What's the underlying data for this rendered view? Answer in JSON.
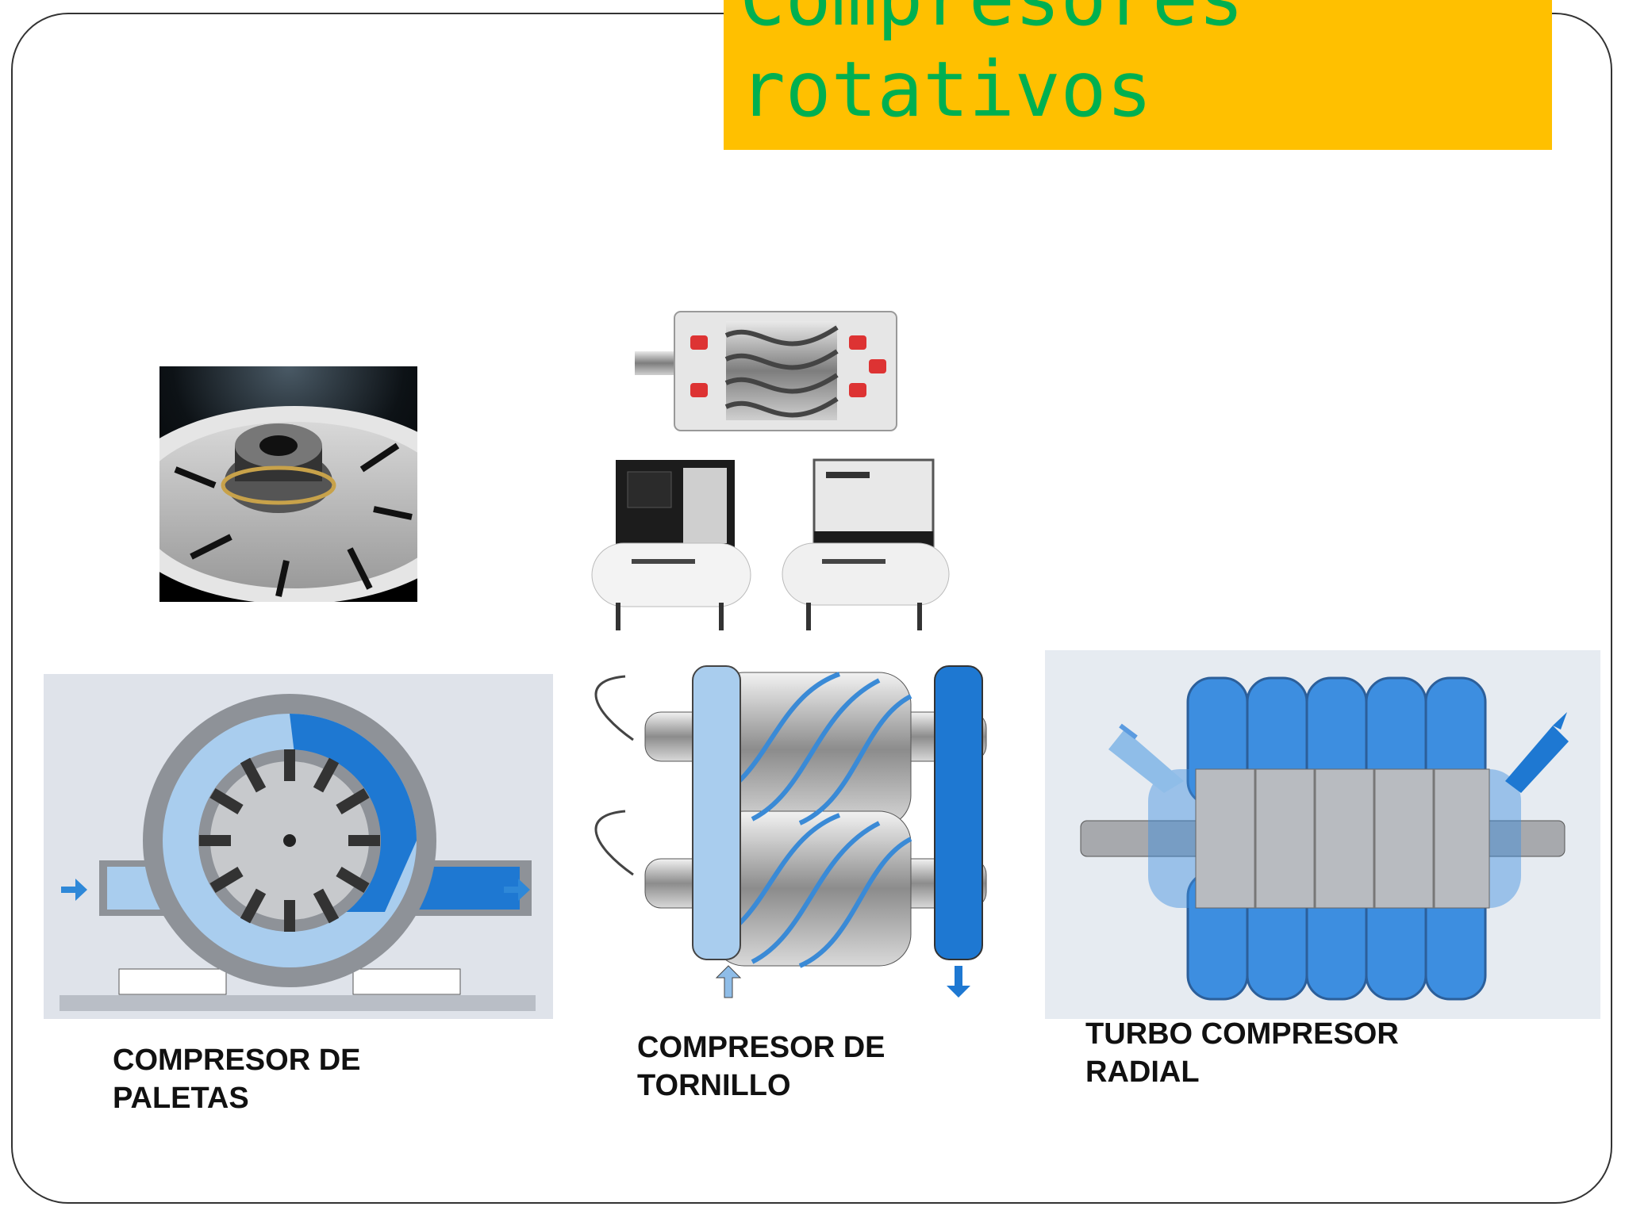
{
  "title": {
    "line1": "Compresores",
    "line2": "rotativos"
  },
  "captions": {
    "paletas": {
      "line1": "COMPRESOR DE",
      "line2": "PALETAS"
    },
    "tornillo": {
      "line1": "COMPRESOR DE",
      "line2": "TORNILLO"
    },
    "turbo": {
      "line1": "TURBO COMPRESOR",
      "line2": "RADIAL"
    }
  },
  "colors": {
    "title_bg": "#ffc000",
    "title_text": "#00b050",
    "light_blue": "#a9cdee",
    "blue": "#1e78d2",
    "grey": "#9aa0a6"
  }
}
